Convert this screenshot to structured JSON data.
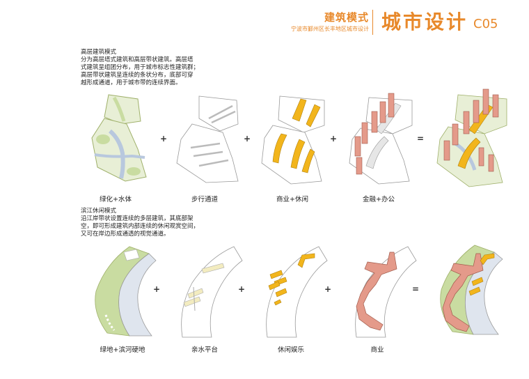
{
  "header": {
    "subtitle_title": "建筑模式",
    "caption": "宁波市鄞州区长丰地区城市设计",
    "main_title": "城市设计",
    "code": "C05"
  },
  "section1": {
    "title": "高层建筑模式",
    "description": "分为高层塔式建筑和高层带状建筑。高层塔\n式建筑呈组团分布，用于城市标志性建筑群；\n高层带状建筑呈连续的条状分布，底部可穿\n越形成通道，用于城市带的连续界面。",
    "operators": [
      "+",
      "+",
      "+",
      "="
    ],
    "labels": [
      "绿化+水体",
      "步行通道",
      "商业+休闲",
      "金融+办公"
    ]
  },
  "section2": {
    "title": "滨江休闲模式",
    "description": "沿江岸带状设置连续的多层建筑，其底部架\n空，即可形成建筑内部连续的休闲观赏空间，\n又可在岸边形成通透的视觉通道。",
    "operators": [
      "+",
      "+",
      "+",
      "="
    ],
    "labels": [
      "绿地+滨河硬地",
      "亲水平台",
      "休闲娱乐",
      "商业"
    ]
  },
  "colors": {
    "accent": "#e8892b",
    "green": "#c9dca1",
    "water": "#b8c8de",
    "yellow": "#f2b51c",
    "salmon": "#e49a8a"
  }
}
